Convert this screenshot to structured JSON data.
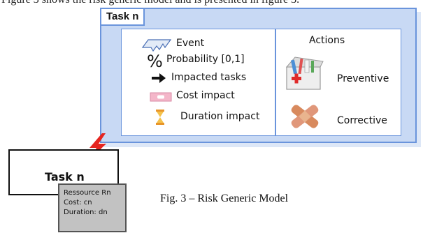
{
  "header_fragment": "Figure 3 shows the risk generic model and is presented in figure 3.",
  "task_panel": {
    "title": "Task n",
    "legend": [
      {
        "label": "Event",
        "icon": "lightning-ribbon-icon"
      },
      {
        "label": "Probability [0,1]",
        "icon": "percent-icon",
        "icon_text": "%"
      },
      {
        "label": "Impacted tasks",
        "icon": "arrow-right-icon"
      },
      {
        "label": "Cost impact",
        "icon": "banknote-icon"
      },
      {
        "label": "Duration impact",
        "icon": "hourglass-icon"
      }
    ],
    "actions": {
      "title": "Actions",
      "items": [
        {
          "label": "Preventive",
          "icon": "first-aid-kit-icon"
        },
        {
          "label": "Corrective",
          "icon": "bandage-icon"
        }
      ]
    }
  },
  "small_task": {
    "title": "Task n",
    "resource_lines": [
      "Ressource Rn",
      "Cost: cn",
      "Duration: dn"
    ]
  },
  "caption": "Fig. 3 – Risk Generic Model",
  "colors": {
    "panel_fill": "#c8d9f4",
    "panel_border": "#6a94dc",
    "resource_fill": "#c2c2c2",
    "lightning_red": "#e52520",
    "hourglass": "#f0a830",
    "banknote": "#f4b6c9"
  }
}
